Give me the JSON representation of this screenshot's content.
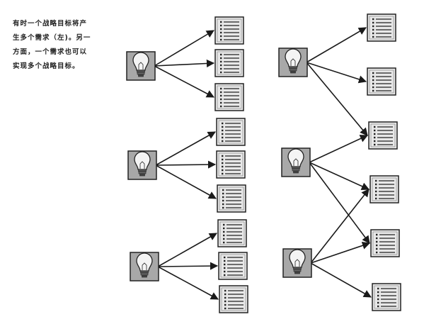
{
  "caption": {
    "lines": [
      "有时一个战略目标将产",
      "生多个需求（左)。另一",
      "方面，一个需求也可以",
      "实现多个战略目标。"
    ]
  },
  "diagram": {
    "left_group": {
      "goals": [
        {
          "id": "lg1",
          "requirements": [
            "lr1",
            "lr2",
            "lr3"
          ]
        },
        {
          "id": "lg2",
          "requirements": [
            "lr4",
            "lr5",
            "lr6"
          ]
        },
        {
          "id": "lg3",
          "requirements": [
            "lr7",
            "lr8",
            "lr9"
          ]
        }
      ]
    },
    "right_group": {
      "goals": [
        {
          "id": "rg1",
          "requirements": [
            "rr1",
            "rr2",
            "rr3"
          ]
        },
        {
          "id": "rg2",
          "requirements": [
            "rr3",
            "rr4",
            "rr5"
          ]
        },
        {
          "id": "rg3",
          "requirements": [
            "rr4",
            "rr5",
            "rr6"
          ]
        }
      ]
    },
    "colors": {
      "goal_fill": "#a8a8a8",
      "doc_fill": "#e8e8e8",
      "stroke": "#222222",
      "arrow": "#1a1a1a"
    },
    "icons": {
      "goal": "lightbulb-icon",
      "requirement": "document-list-icon"
    }
  }
}
